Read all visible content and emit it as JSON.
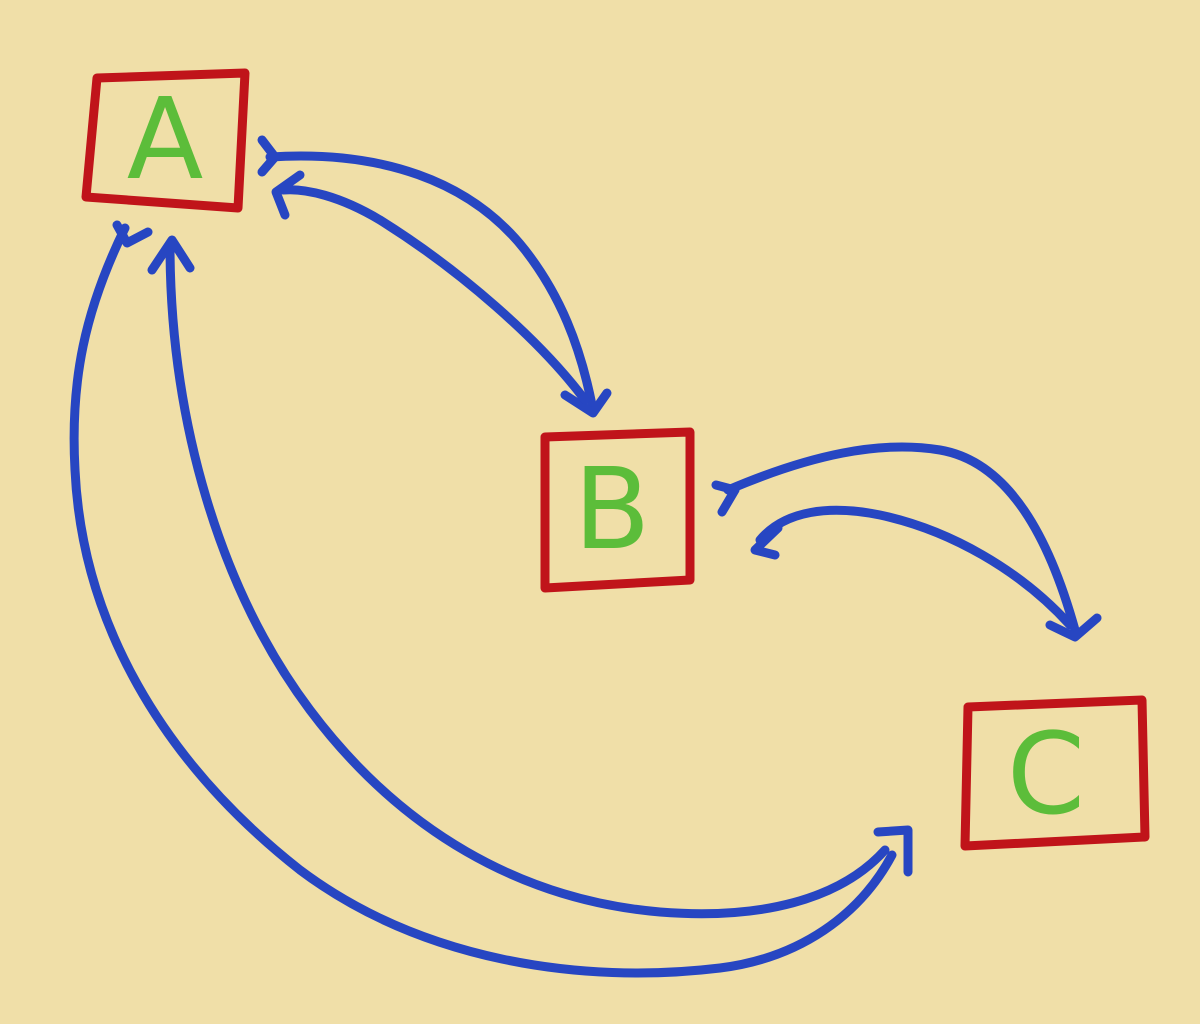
{
  "colors": {
    "background": "#f0dfa8",
    "box_stroke": "#c0141a",
    "label": "#5cbd3a",
    "arrow": "#2746c2"
  },
  "nodes": [
    {
      "id": "A",
      "label": "A"
    },
    {
      "id": "B",
      "label": "B"
    },
    {
      "id": "C",
      "label": "C"
    }
  ],
  "edges": [
    {
      "from": "A",
      "to": "B"
    },
    {
      "from": "B",
      "to": "A"
    },
    {
      "from": "B",
      "to": "C"
    },
    {
      "from": "C",
      "to": "B"
    },
    {
      "from": "A",
      "to": "C"
    },
    {
      "from": "C",
      "to": "A"
    }
  ]
}
